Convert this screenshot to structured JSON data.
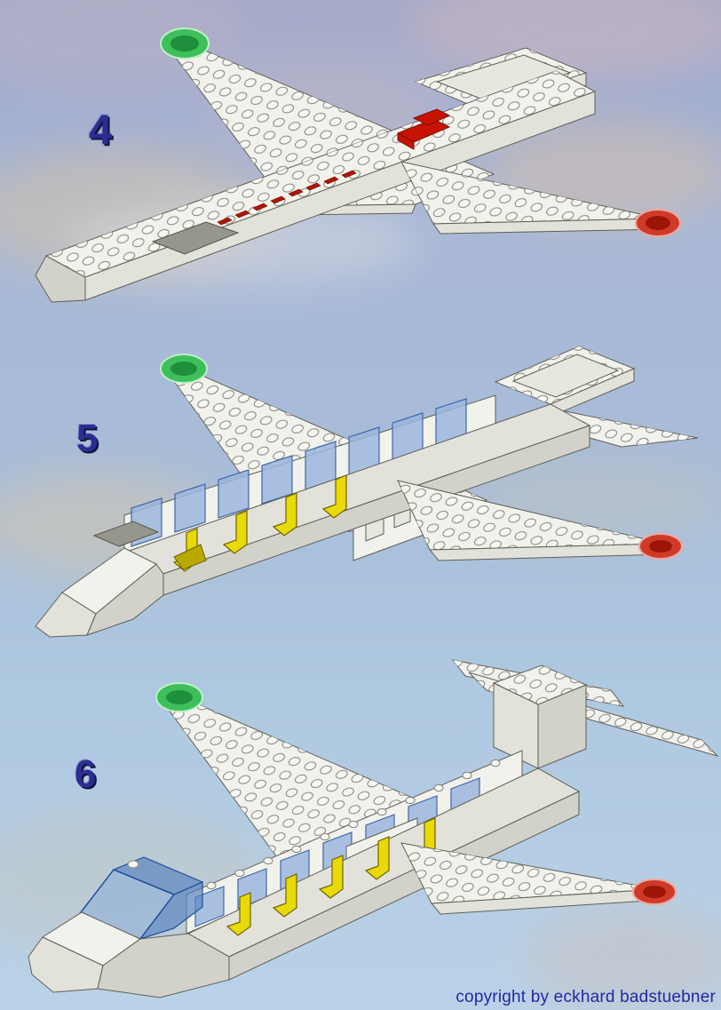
{
  "steps": [
    {
      "number": "4"
    },
    {
      "number": "5"
    },
    {
      "number": "6"
    }
  ],
  "footer": {
    "copyright": "copyright by eckhard badstuebner"
  },
  "colors": {
    "sky-top": "#a6a9c8",
    "sky-mid": "#a8bcd8",
    "sky-bottom": "#bad2e8",
    "brick-face": "#f2f2ec",
    "brick-side": "#e2e2da",
    "brick-dark": "#d2d2ca",
    "brick-line": "#5f5f57",
    "stud-face": "#f7f7f2",
    "nav-green": "#3fbf5c",
    "nav-green-dark": "#1e8f3a",
    "nav-red": "#cf3a28",
    "nav-red-dark": "#9c1608",
    "accent-red": "#c81303",
    "seat-yellow": "#e9d907",
    "seat-yellow-dark": "#b9a800",
    "seat-line": "#6f6404",
    "window-blue": "#9bb6dd",
    "window-line": "#3f68ac",
    "canopy-fill": "#8fb0d8",
    "canopy-line": "#1f4f9a",
    "gray-plate": "#96968c",
    "step-blue": "#2b2e90",
    "copyright-blue": "#2327a3"
  }
}
